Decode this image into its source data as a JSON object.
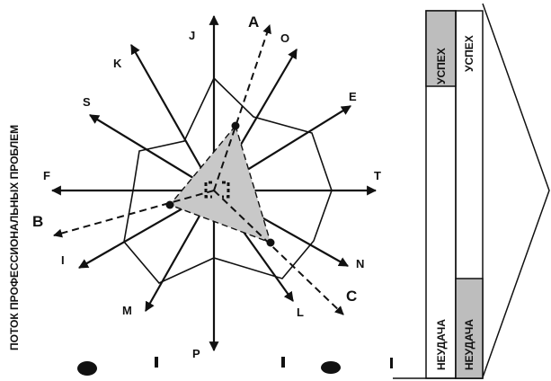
{
  "side_label": "ПОТОК ПРОФЕССИОНАЛЬНЫХ ПРОБЛЕМ",
  "axes": [
    {
      "id": "J",
      "label": "J"
    },
    {
      "id": "O",
      "label": "O"
    },
    {
      "id": "E",
      "label": "E"
    },
    {
      "id": "T",
      "label": "T"
    },
    {
      "id": "N",
      "label": "N"
    },
    {
      "id": "L",
      "label": "L"
    },
    {
      "id": "P",
      "label": "P"
    },
    {
      "id": "M",
      "label": "M"
    },
    {
      "id": "I",
      "label": "I"
    },
    {
      "id": "F",
      "label": "F"
    },
    {
      "id": "S",
      "label": "S"
    },
    {
      "id": "K",
      "label": "K"
    }
  ],
  "dashed_axes": [
    {
      "id": "A",
      "label": "A"
    },
    {
      "id": "B",
      "label": "B"
    },
    {
      "id": "C",
      "label": "C"
    }
  ],
  "columns": {
    "success_label": "УСПЕХ",
    "failure_label": "НЕУДАЧА"
  }
}
